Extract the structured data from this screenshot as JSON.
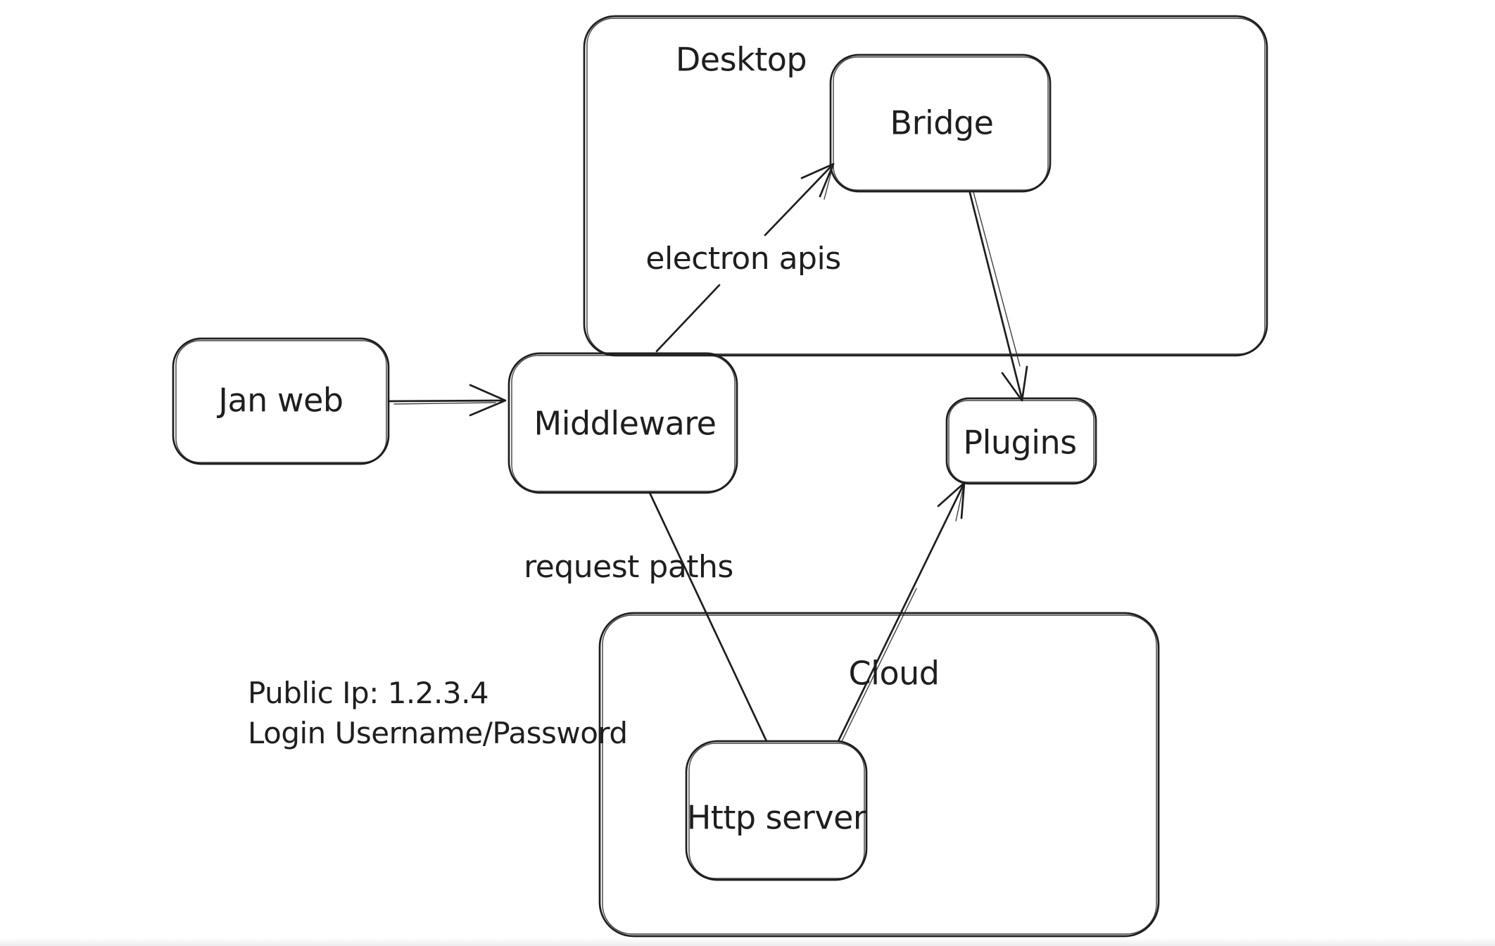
{
  "canvas": {
    "background": "#ffffff",
    "stroke": "#1e1e1e"
  },
  "diagram": {
    "containers": [
      {
        "id": "desktop",
        "label": "Desktop"
      },
      {
        "id": "cloud",
        "label": "Cloud"
      }
    ],
    "nodes": [
      {
        "id": "jan-web",
        "label": "Jan web"
      },
      {
        "id": "middleware",
        "label": "Middleware"
      },
      {
        "id": "bridge",
        "label": "Bridge",
        "container": "desktop"
      },
      {
        "id": "plugins",
        "label": "Plugins"
      },
      {
        "id": "http-server",
        "label": "Http server",
        "container": "cloud"
      }
    ],
    "edges": [
      {
        "id": "janweb-to-middleware",
        "from": "jan-web",
        "to": "middleware",
        "label": "",
        "arrowhead": "end"
      },
      {
        "id": "middleware-to-bridge",
        "from": "middleware",
        "to": "bridge",
        "label": "electron apis",
        "arrowhead": "end"
      },
      {
        "id": "bridge-to-plugins",
        "from": "bridge",
        "to": "plugins",
        "label": "",
        "arrowhead": "end"
      },
      {
        "id": "middleware-to-httpserver",
        "from": "middleware",
        "to": "http-server",
        "label": "request paths",
        "arrowhead": "none"
      },
      {
        "id": "httpserver-to-plugins",
        "from": "http-server",
        "to": "plugins",
        "label": "",
        "arrowhead": "end"
      }
    ],
    "annotation": {
      "line1": "Public Ip: 1.2.3.4",
      "line2": "Login Username/Password"
    }
  }
}
